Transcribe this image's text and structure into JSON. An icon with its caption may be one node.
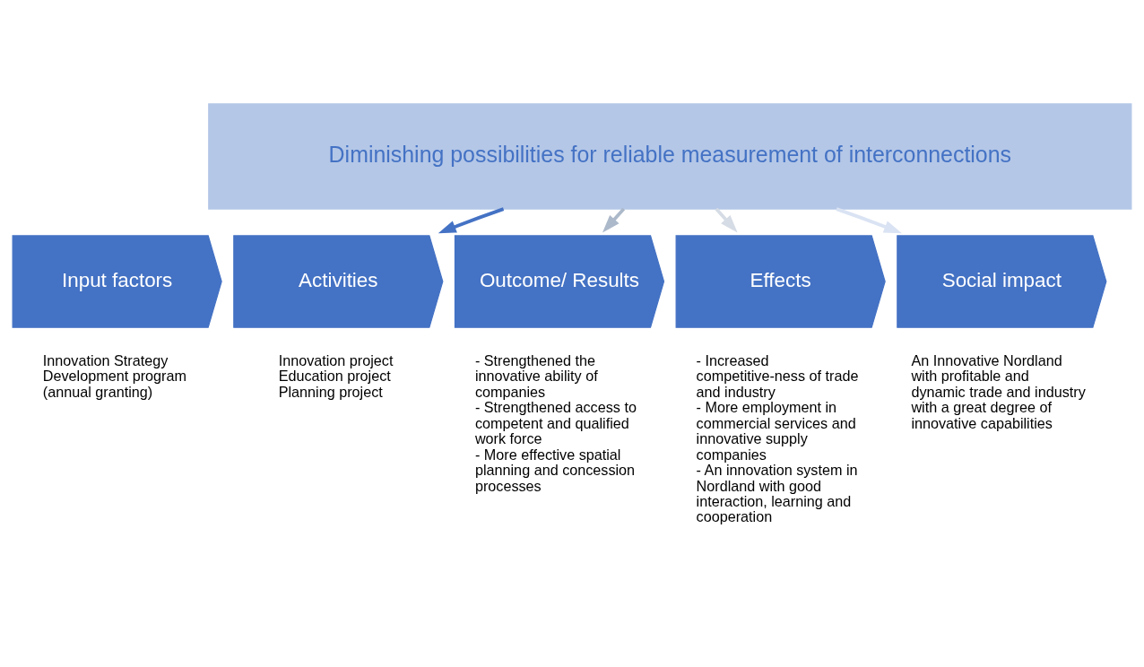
{
  "diagram": {
    "nodes": [
      {
        "text": [
          "Diminishing possibilities for reliable measurement of interconnections"
        ]
      },
      {
        "text": [
          "Input factors"
        ],
        "beside": [
          "Innovation Strategy Development program (annual granting)"
        ]
      },
      {
        "text": [
          "Activities"
        ],
        "beside": [
          "Innovation project",
          "Education project",
          "Planning project"
        ]
      },
      {
        "text": [
          "Outcome/ Results"
        ],
        "beside": [
          "- Strengthened the innovative ability of companies",
          "- Strengthened access to competent and qualified work force",
          "- More effective spatial planning and concession processes"
        ]
      },
      {
        "text": [
          "Effects"
        ],
        "beside": [
          "- Increased competitive-ness of trade and industry",
          "- More employment in commercial services and innovative supply companies",
          "- An innovation system in Nordland with good interaction, learning and cooperation"
        ]
      },
      {
        "text": [
          "Social impact"
        ],
        "beside": [
          "An Innovative Nordland with profitable and dynamic trade and industry with a great degree of innovative capabilities"
        ]
      }
    ],
    "edges": [
      {
        "from": 0,
        "to": 2,
        "arrow": "to",
        "color": "#4472c4"
      },
      {
        "from": 0,
        "to": 3,
        "arrow": "to",
        "color": "#acb9ca"
      },
      {
        "from": 0,
        "to": 4,
        "arrow": "to",
        "color": "#d6dce5"
      },
      {
        "from": 0,
        "to": 5,
        "arrow": "to",
        "color": "#dae3f3"
      }
    ]
  }
}
